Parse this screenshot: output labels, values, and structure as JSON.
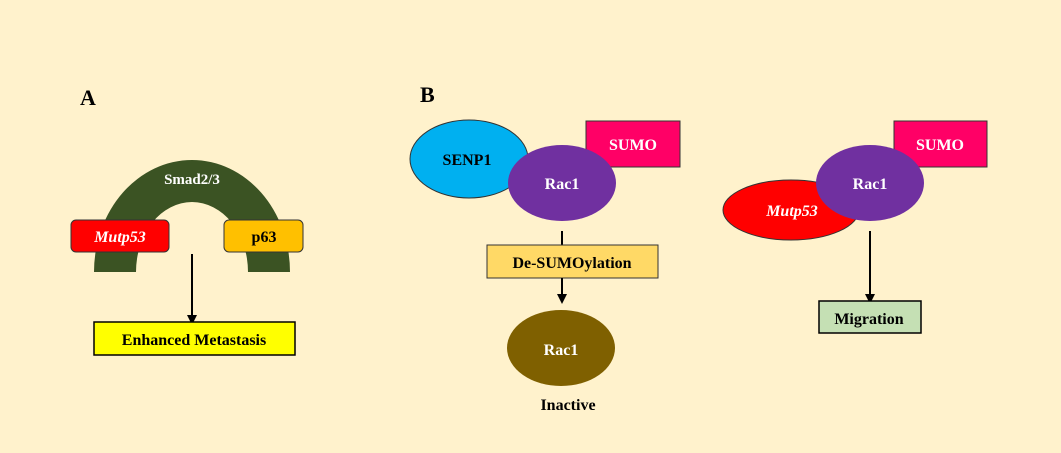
{
  "panel_a": {
    "label": "A",
    "arch_label": "Smad2/3",
    "left_box": "Mutp53",
    "right_box": "p63",
    "outcome": "Enhanced Metastasis"
  },
  "panel_b": {
    "label": "B",
    "left": {
      "senp1": "SENP1",
      "rac1": "Rac1",
      "sumo": "SUMO",
      "process": "De-SUMOylation",
      "rac1_result": "Rac1",
      "result_label": "Inactive"
    },
    "right": {
      "mutp53": "Mutp53",
      "rac1": "Rac1",
      "sumo": "SUMO",
      "outcome": "Migration"
    }
  },
  "colors": {
    "background": "#fff2cc",
    "arch": "#3b5323",
    "mutp53": "#ff0000",
    "p63": "#ffc000",
    "outcome_a": "#ffff00",
    "senp1": "#00b0f0",
    "rac1": "#7030a0",
    "sumo": "#ff0066",
    "de_sumoylation": "#ffd966",
    "rac1_inactive": "#7f6000",
    "migration": "#c5e0b4"
  },
  "icons": [
    "arrow-down-icon"
  ]
}
